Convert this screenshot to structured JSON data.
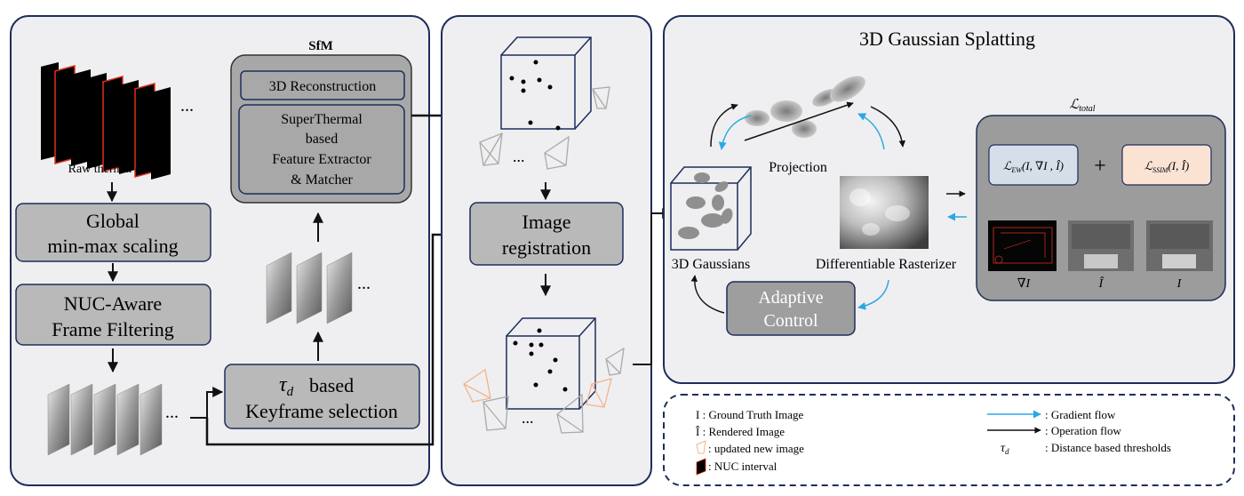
{
  "panel1": {
    "raw_label": "Raw thermal data",
    "ellipsis": "...",
    "global_scaling": [
      "Global",
      "min-max scaling"
    ],
    "nuc_filter": [
      "NUC-Aware",
      "Frame Filtering"
    ],
    "keyframe": [
      "based",
      "Keyframe selection"
    ],
    "tau": "τ",
    "tau_sub": "d",
    "sfm": {
      "title": "SfM",
      "reconstruction": "3D Reconstruction",
      "matcher": [
        "SuperThermal",
        "based",
        "Feature Extractor",
        "& Matcher"
      ]
    }
  },
  "panel2": {
    "registration": [
      "Image",
      "registration"
    ],
    "ellipsis": "..."
  },
  "panel3": {
    "title": "3D Gaussian Splatting",
    "projection": "Projection",
    "gaussians": "3D Gaussians",
    "rasterizer": "Differentiable Rasterizer",
    "adaptive": [
      "Adaptive",
      "Control"
    ],
    "loss_total": "ℒ",
    "loss_total_sub": "total",
    "loss_ew": "ℒ",
    "loss_ew_sub": "EW",
    "loss_ew_args": "(I, ∇I , Î)",
    "plus": "+",
    "loss_ssim": "ℒ",
    "loss_ssim_sub": "SSIM",
    "loss_ssim_args": "(I, Î)",
    "img_labels": [
      "∇I",
      "Î",
      "I"
    ]
  },
  "legend": {
    "gt": "I : Ground Truth Image",
    "rendered": "Î : Rendered Image",
    "updated": ": updated new image",
    "nuc": ": NUC interval",
    "gradient": ": Gradient flow",
    "operation": ": Operation flow",
    "tau": "τ",
    "tau_sub": "d",
    "threshold": ": Distance based thresholds"
  },
  "colors": {
    "panel_border": "#1e2d5a",
    "panel_fill": "#efeff1",
    "box_fill": "#b9b9b9",
    "sfm_fill": "#a8a8a8",
    "gradient_arrow": "#29a9e1",
    "nuc_red": "#e0301e",
    "camera_orange": "#f3b48a",
    "ew_fill": "#d6deea",
    "ssim_fill": "#fbe3d4"
  }
}
